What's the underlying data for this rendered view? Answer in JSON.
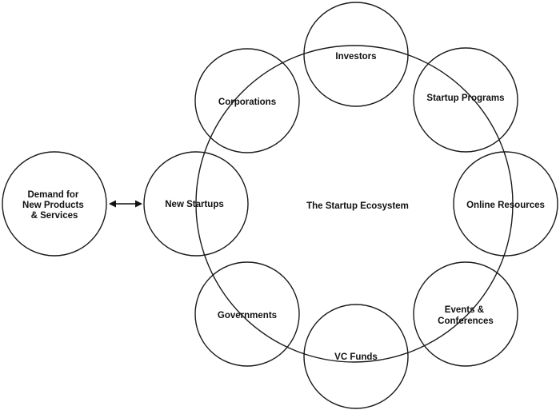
{
  "diagram": {
    "center_label": "The Startup Ecosystem",
    "demand": {
      "lines": [
        "Demand for",
        "New Products",
        "& Services"
      ]
    },
    "nodes": [
      {
        "id": "investors",
        "lines": [
          "Investors"
        ]
      },
      {
        "id": "startup-programs",
        "lines": [
          "Startup Programs"
        ]
      },
      {
        "id": "online-resources",
        "lines": [
          "Online Resources"
        ]
      },
      {
        "id": "events-conferences",
        "lines": [
          "Events &",
          "Conferences"
        ]
      },
      {
        "id": "vc-funds",
        "lines": [
          "VC Funds"
        ]
      },
      {
        "id": "governments",
        "lines": [
          "Governments"
        ]
      },
      {
        "id": "new-startups",
        "lines": [
          "New Startups"
        ]
      },
      {
        "id": "corporations",
        "lines": [
          "Corporations"
        ]
      }
    ],
    "connector": "double-arrow"
  }
}
